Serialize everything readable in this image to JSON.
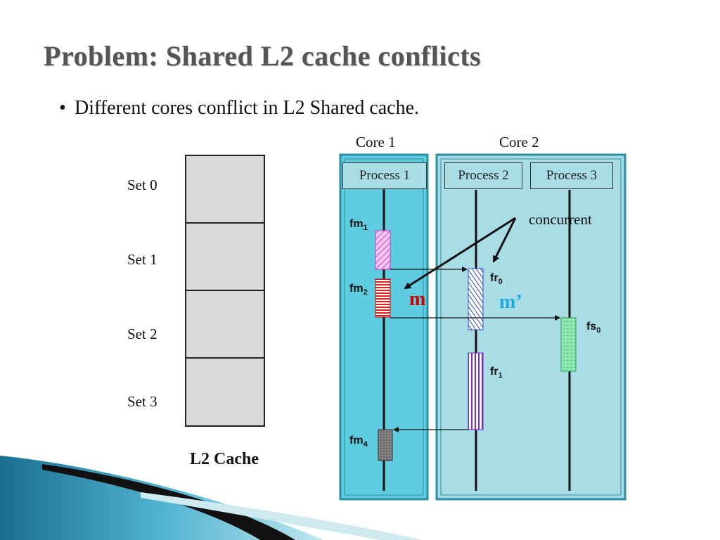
{
  "title": "Problem: Shared L2 cache conflicts",
  "bullet": "Different cores conflict in L2 Shared cache.",
  "cache": {
    "label": "L2 Cache",
    "sets": [
      "Set 0",
      "Set 1",
      "Set 2",
      "Set 3"
    ]
  },
  "cores": [
    "Core 1",
    "Core 2"
  ],
  "processes": [
    "Process 1",
    "Process 2",
    "Process 3"
  ],
  "annotations": {
    "concurrent": "concurrent",
    "m": "m",
    "m_prime": "m’"
  },
  "frames": {
    "fm1": {
      "base": "fm",
      "sub": "1"
    },
    "fm2": {
      "base": "fm",
      "sub": "2"
    },
    "fm4": {
      "base": "fm",
      "sub": "4"
    },
    "fr0": {
      "base": "fr",
      "sub": "0"
    },
    "fr1": {
      "base": "fr",
      "sub": "1"
    },
    "fs0": {
      "base": "fs",
      "sub": "0"
    }
  },
  "colors": {
    "core_panel": "#5fcce0",
    "core2_panel": "#a9dde6",
    "panel_border": "#2a8ea3",
    "cache_fill": "#d9d9d9",
    "m_color": "#cc0000",
    "m_prime_color": "#22a8e0"
  }
}
